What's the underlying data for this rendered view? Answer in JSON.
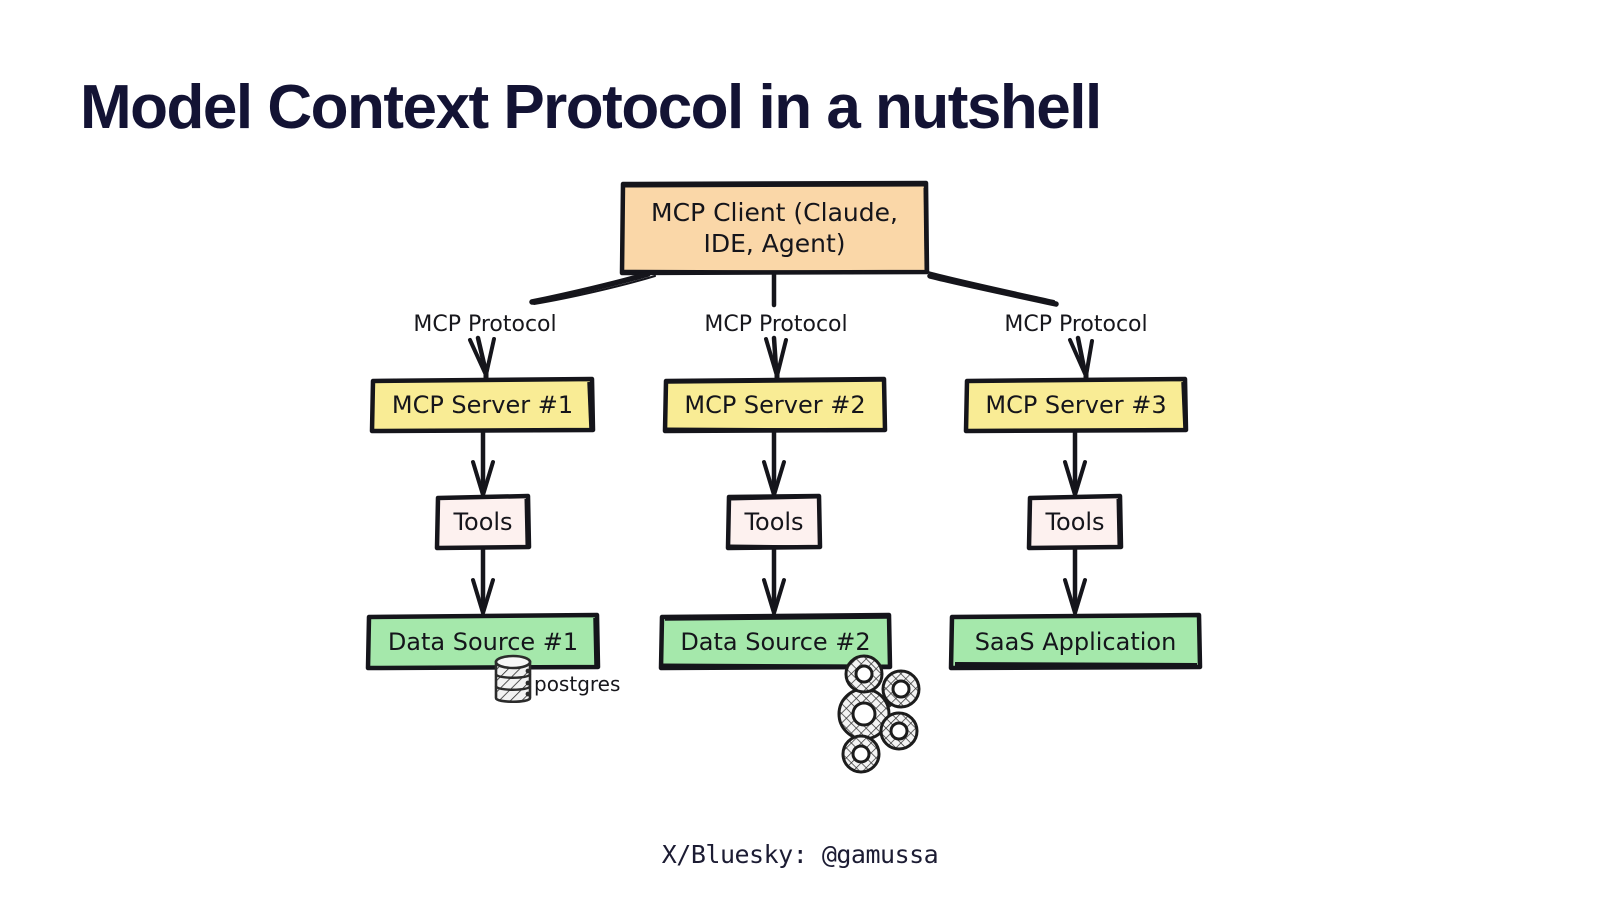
{
  "slide": {
    "title": "Model Context Protocol in a nutshell",
    "footer": "X/Bluesky: @gamussa",
    "background": "#ffffff",
    "title_color": "#131334"
  },
  "palette": {
    "client_fill": "#fad7a8",
    "server_fill": "#f9ec95",
    "tools_fill": "#fdf1ef",
    "source_fill": "#a5e8ab",
    "stroke": "#15151b",
    "icon_fill": "#f2f2f2"
  },
  "diagram": {
    "type": "flowchart",
    "client": {
      "label": "MCP Client (Claude, IDE, Agent)",
      "line1": "MCP Client (Claude,",
      "line2": "IDE, Agent)"
    },
    "branches": [
      {
        "edge_label": "MCP Protocol",
        "server": "MCP Server #1",
        "tools": "Tools",
        "data_source": "Data Source #1",
        "tech_icon": "database-cylinder-icon",
        "tech_label": "postgres"
      },
      {
        "edge_label": "MCP Protocol",
        "server": "MCP Server #2",
        "tools": "Tools",
        "data_source": "Data Source #2",
        "tech_icon": "graph-network-icon",
        "tech_label": ""
      },
      {
        "edge_label": "MCP Protocol",
        "server": "MCP Server #3",
        "tools": "Tools",
        "data_source": "SaaS Application",
        "tech_icon": "",
        "tech_label": ""
      }
    ]
  }
}
